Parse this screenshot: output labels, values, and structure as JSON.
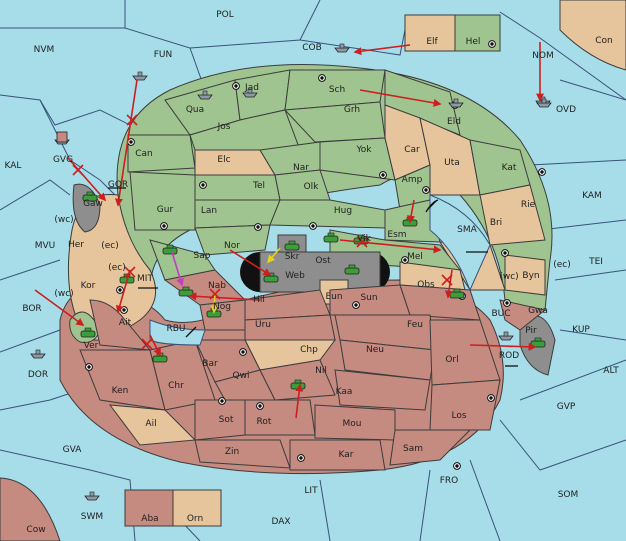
{
  "colors": {
    "sea": "#a6dde9",
    "green_power": "#9fc48f",
    "tan_neutral": "#e6c49c",
    "red_power": "#c58a80",
    "gray_impassable": "#8e8e8e",
    "order_arrow": "#cc1f1f",
    "support_arrow": "#c23fc2",
    "yellow_arrow": "#e6d21e"
  },
  "sea_labels": [
    "POL",
    "NVM",
    "FUN",
    "COB",
    "Con",
    "NOM",
    "OVD",
    "KAL",
    "GVG",
    "GOR",
    "KAM",
    "MVU",
    "SMA",
    "TEI",
    "BOR",
    "MIT",
    "RBU",
    "BUC",
    "KUP",
    "DOR",
    "ROD",
    "ALT",
    "GVP",
    "GVA",
    "FRO",
    "SOM",
    "LIT",
    "SWM",
    "DAX",
    "Cow"
  ],
  "land_labels": [
    "Elf",
    "Hel",
    "Jad",
    "Sch",
    "Qua",
    "Jos",
    "Grh",
    "Eld",
    "Can",
    "Elc",
    "Nar",
    "Yok",
    "Car",
    "Uta",
    "Kat",
    "Gaw",
    "Tel",
    "Olk",
    "Amp",
    "Gur",
    "Lan",
    "Hug",
    "Esm",
    "Rie",
    "Her",
    "Nor",
    "Skr",
    "Vik",
    "Bri",
    "Sap",
    "Web",
    "Ost",
    "Mel",
    "Byn",
    "Kor",
    "Nab",
    "Eun",
    "Hil",
    "Sun",
    "Obs",
    "Gwa",
    "Ait",
    "Nog",
    "Uru",
    "Feu",
    "Pir",
    "Ver",
    "Chp",
    "Neu",
    "Orl",
    "Bar",
    "Qwi",
    "Nil",
    "Ken",
    "Chr",
    "Kaa",
    "Los",
    "Ail",
    "Sot",
    "Rot",
    "Mou",
    "Zin",
    "Kar",
    "Sam",
    "Aba",
    "Orn"
  ],
  "coast_markers": [
    "(wc)",
    "(ec)",
    "(ec)",
    "(wc)",
    "(wc)",
    "(ec)"
  ]
}
